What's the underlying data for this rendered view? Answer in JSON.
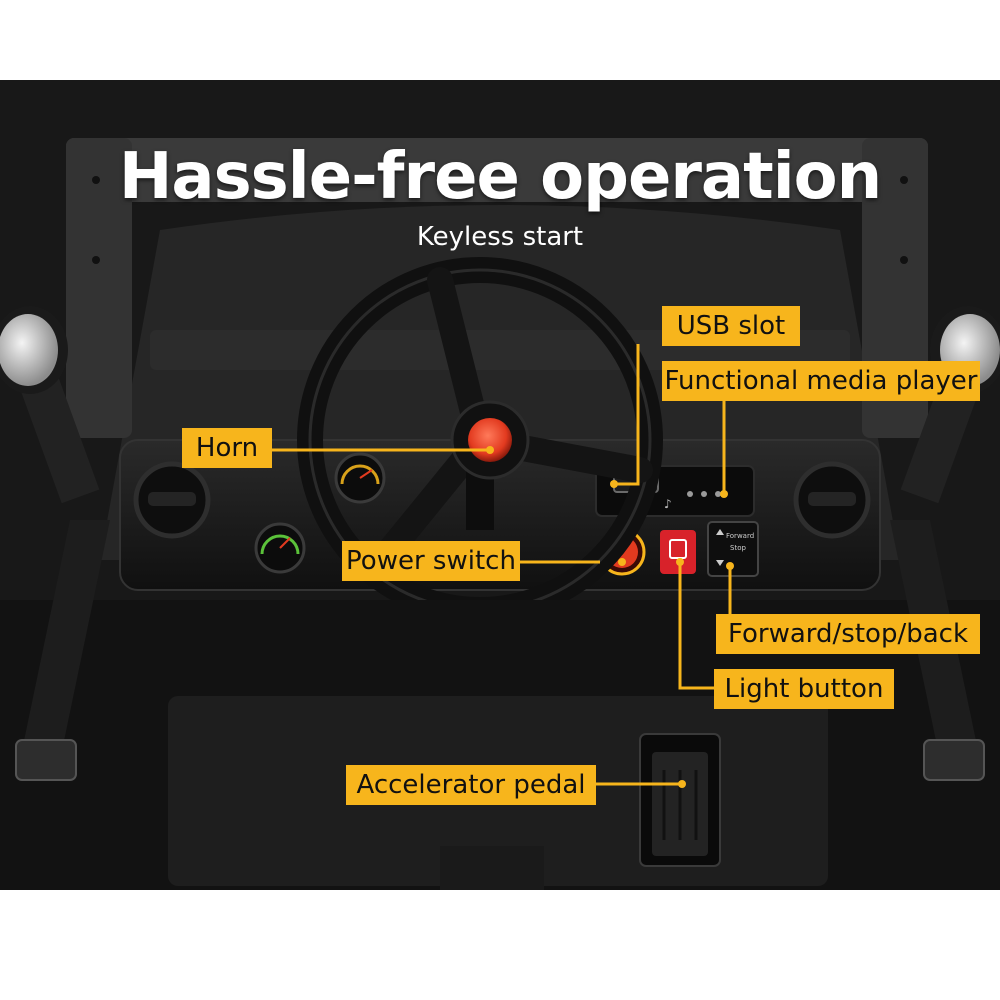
{
  "headline": {
    "title": "Hassle-free operation",
    "subtitle": "Keyless start"
  },
  "callouts": {
    "usb_slot": "USB slot",
    "media_player": "Functional media player",
    "horn": "Horn",
    "power_switch": "Power switch",
    "forward_stop_back": "Forward/stop/back",
    "light_button": "Light button",
    "accelerator_pedal": "Accelerator pedal"
  },
  "dashboard": {
    "switch_forward": "Forward",
    "switch_stop": "Stop"
  },
  "colors": {
    "accent": "#f7b51c",
    "horn_button": "#e23a1f",
    "light_button": "#d8222a",
    "body": "#1c1c1c"
  },
  "icons": {
    "horn": "horn-button-icon",
    "power": "power-switch-icon",
    "light": "light-button-icon",
    "usb": "usb-port-icon",
    "music": "music-note-icon"
  }
}
